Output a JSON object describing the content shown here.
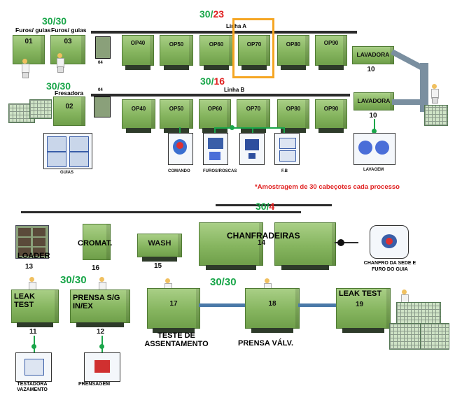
{
  "top": {
    "ratio_left": "30/30",
    "station_01_title": "Furos/ guias",
    "station_01_num": "01",
    "station_03_title": "Furos/ guias",
    "station_03_num": "03",
    "small_04_a": "04",
    "small_04_b": "04",
    "line_a_ratio_good": "30/",
    "line_a_ratio_bad": "23",
    "line_a_label": "Linha A",
    "line_a_ops": [
      "OP40",
      "OP50",
      "OP60",
      "OP70",
      "OP80",
      "OP90"
    ],
    "lavadora_a_label": "LAVADORA",
    "lavadora_a_num": "10",
    "ratio_fresadora": "30/30",
    "fresadora_label": "Fresadora",
    "fresadora_num": "02",
    "line_b_ratio_good": "30/",
    "line_b_ratio_bad": "16",
    "line_b_label": "Linha B",
    "line_b_ops": [
      "OP40",
      "OP50",
      "OP60",
      "OP70",
      "OP80",
      "OP90"
    ],
    "lavadora_b_label": "LAVADORA",
    "lavadora_b_num": "10",
    "card_captions": {
      "guias": "GUIAS",
      "comando": "COMANDO",
      "furos_roscas": "FUROS/ROSCAS",
      "fb": "F.B",
      "lavagem": "LAVAGEM"
    },
    "sampling_note": "*Amostragem de 30 cabeçotes cada processo"
  },
  "bottom": {
    "ratio_chanfr_good": "30/",
    "ratio_chanfr_bad": "4",
    "loader_label": "LOADER",
    "loader_num": "13",
    "cromat_label": "CROMAT.",
    "cromat_num": "16",
    "wash_label": "WASH",
    "wash_num": "15",
    "chanfradeiras_label": "CHANFRADEIRAS",
    "chanfradeiras_num": "14",
    "chanfro_caption": "CHANFRO DA SEDE E FURO DO GUIA",
    "ratio_leak": "30/30",
    "leak_label": "LEAK TEST",
    "leak_num": "11",
    "prensa_label": "PRENSA S/G IN/EX",
    "prensa_num": "12",
    "ratio_assent": "30/30",
    "assent_num": "17",
    "assent_label": "TESTE DE ASSENTAMENTO",
    "prensa_valv_num": "18",
    "prensa_valv_label": "PRENSA VÁLV.",
    "leak19_label": "LEAK TEST",
    "leak19_num": "19",
    "testadora_caption": "TESTADORA VAZAMENTO",
    "prensagem_caption": "PRENSAGEM"
  },
  "colors": {
    "machine_green": "#86b55f",
    "ok_green": "#1aa64a",
    "fail_red": "#e02020",
    "highlight": "#f5a623"
  }
}
